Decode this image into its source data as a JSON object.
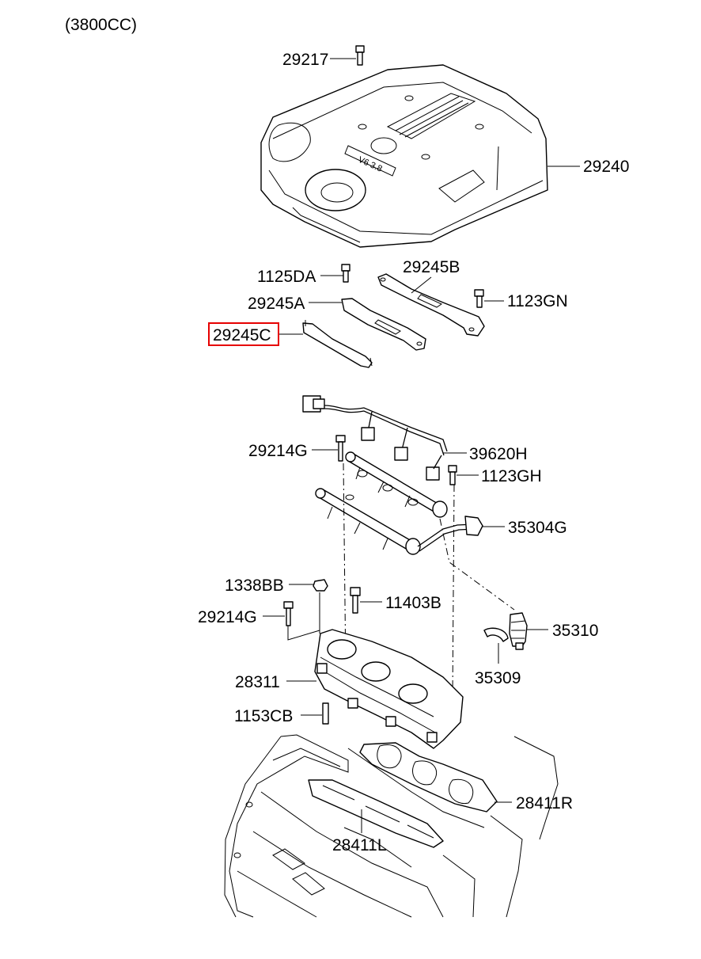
{
  "header": {
    "engine": "(3800CC)"
  },
  "cover_badge": "V6 3.8",
  "highlight_color": "#e60000",
  "highlighted_part": "29245C",
  "callouts": [
    {
      "id": "c0",
      "label": "29217"
    },
    {
      "id": "c1",
      "label": "29240"
    },
    {
      "id": "c2",
      "label": "1125DA"
    },
    {
      "id": "c3",
      "label": "29245B"
    },
    {
      "id": "c4",
      "label": "1123GN"
    },
    {
      "id": "c5",
      "label": "29245A"
    },
    {
      "id": "c6",
      "label": "29245C"
    },
    {
      "id": "c7",
      "label": "29214G"
    },
    {
      "id": "c8",
      "label": "39620H"
    },
    {
      "id": "c9",
      "label": "1123GH"
    },
    {
      "id": "c10",
      "label": "35304G"
    },
    {
      "id": "c11",
      "label": "1338BB"
    },
    {
      "id": "c12",
      "label": "11403B"
    },
    {
      "id": "c13",
      "label": "29214G"
    },
    {
      "id": "c14",
      "label": "35310"
    },
    {
      "id": "c15",
      "label": "35309"
    },
    {
      "id": "c16",
      "label": "28311"
    },
    {
      "id": "c17",
      "label": "1153CB"
    },
    {
      "id": "c18",
      "label": "28411R"
    },
    {
      "id": "c19",
      "label": "28411L"
    }
  ]
}
